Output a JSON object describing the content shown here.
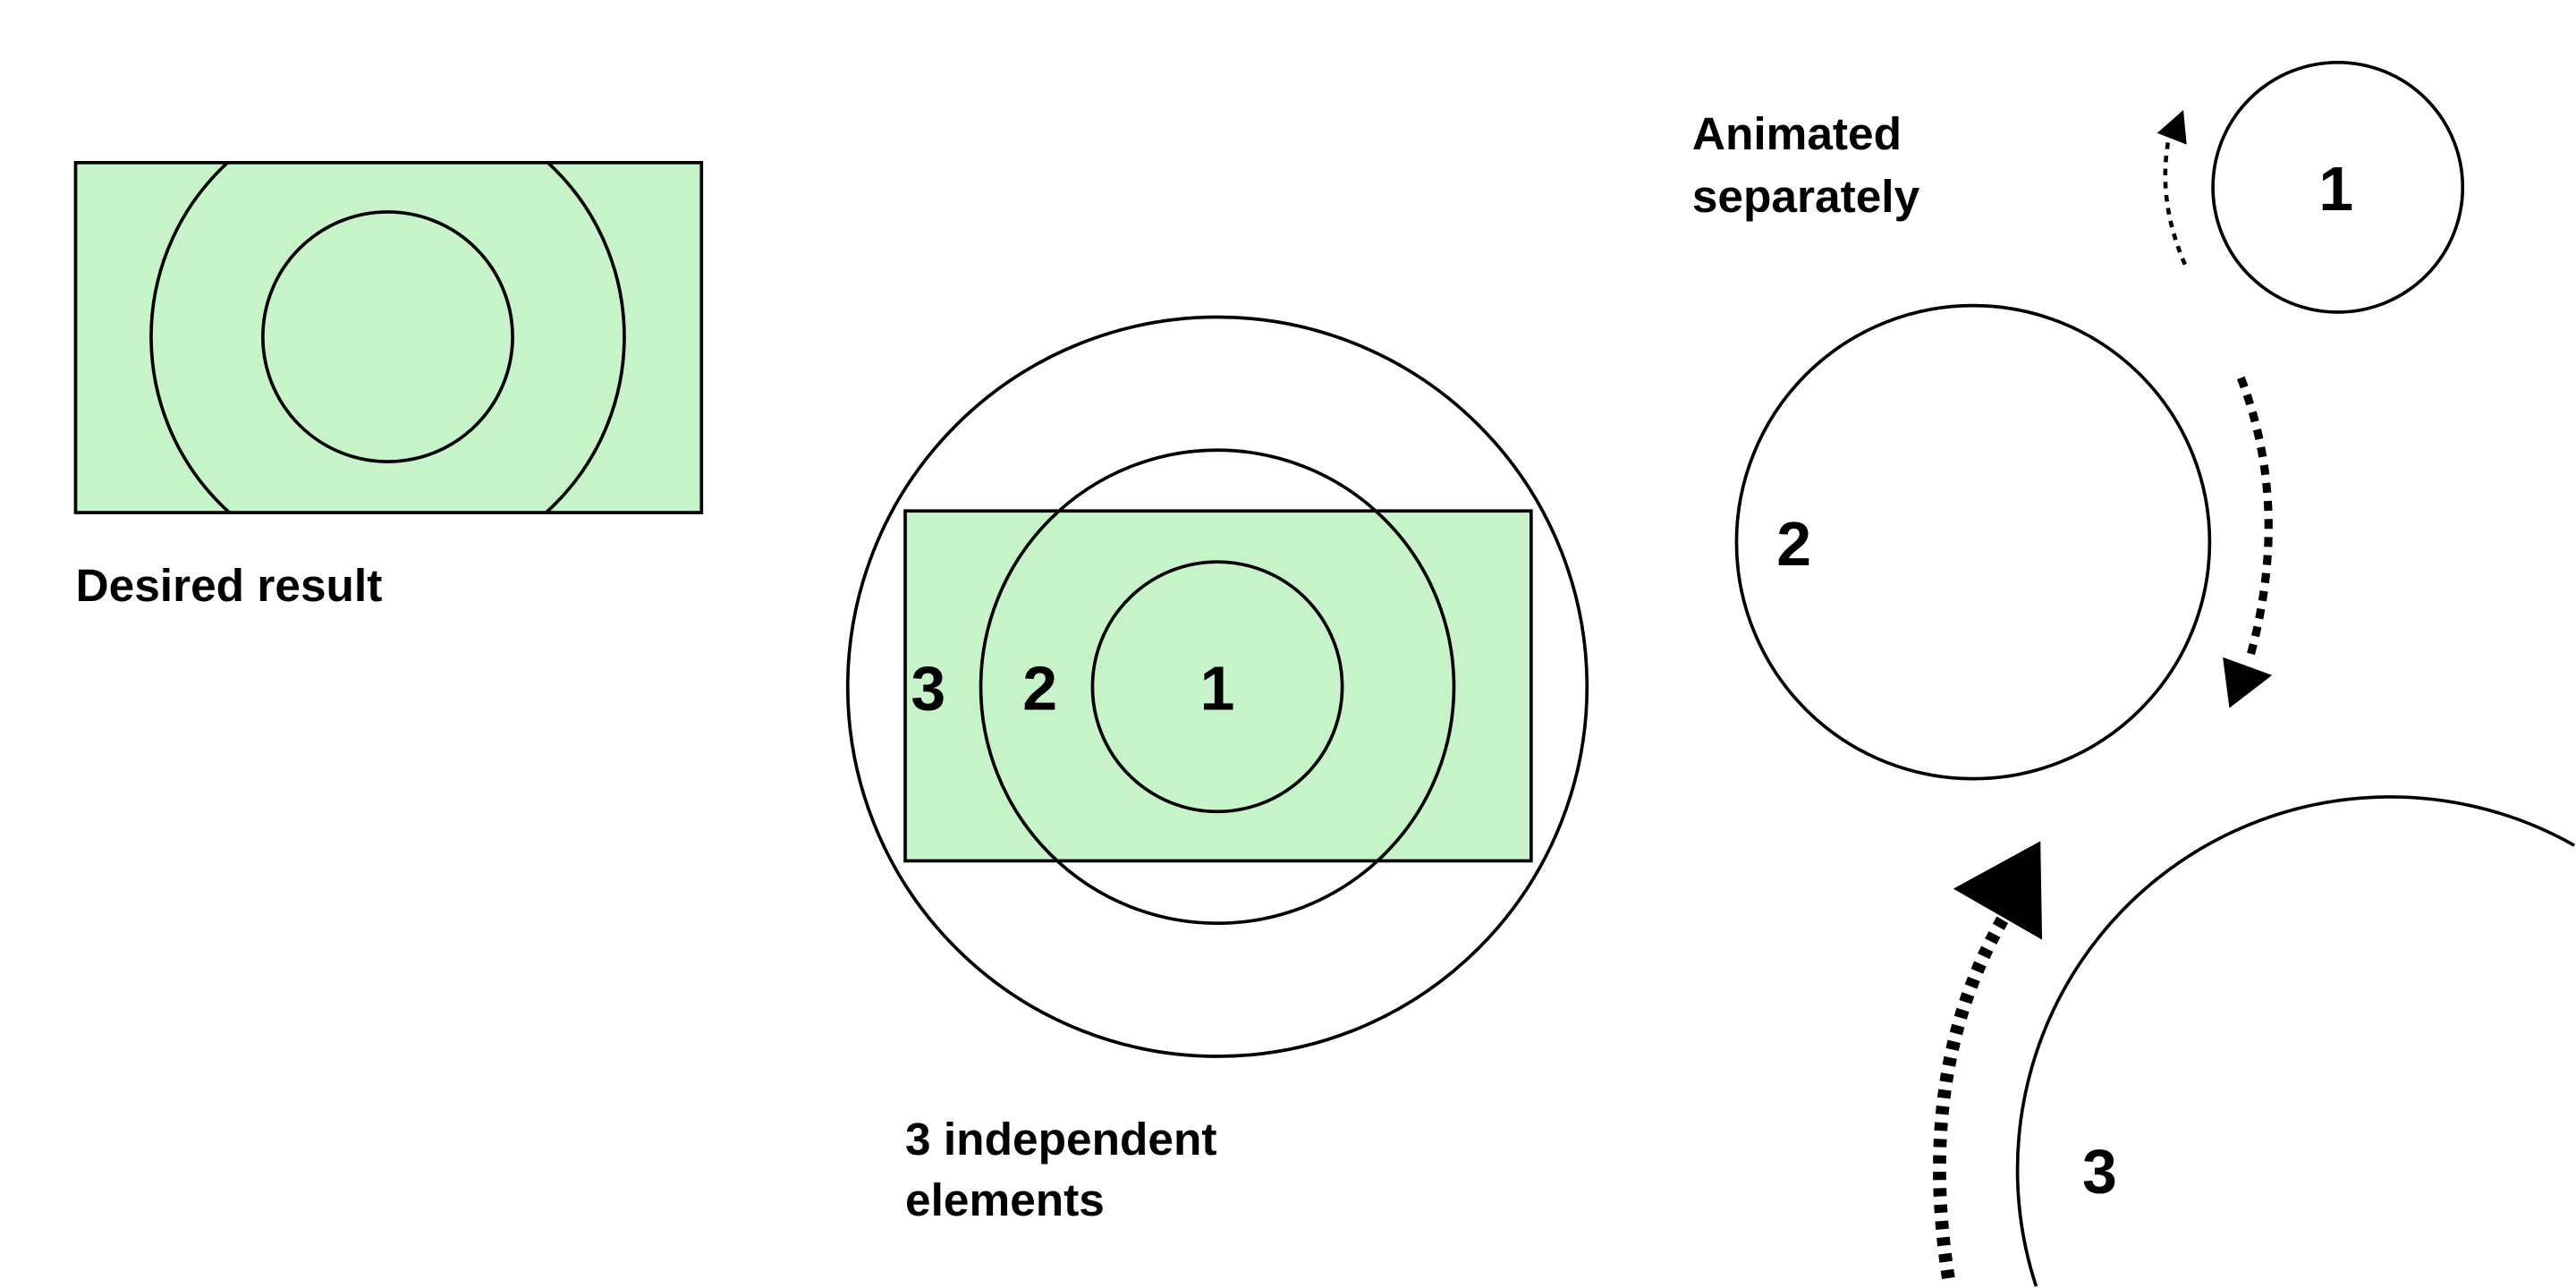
{
  "desired": {
    "caption": "Desired result"
  },
  "composite": {
    "caption_line1": "3 independent",
    "caption_line2": "elements",
    "label_1": "1",
    "label_2": "2",
    "label_3": "3"
  },
  "separate": {
    "caption_line1": "Animated",
    "caption_line2": "separately",
    "label_1": "1",
    "label_2": "2",
    "label_3": "3"
  },
  "colors": {
    "fill": "#c6f4c8",
    "stroke": "#000000"
  }
}
